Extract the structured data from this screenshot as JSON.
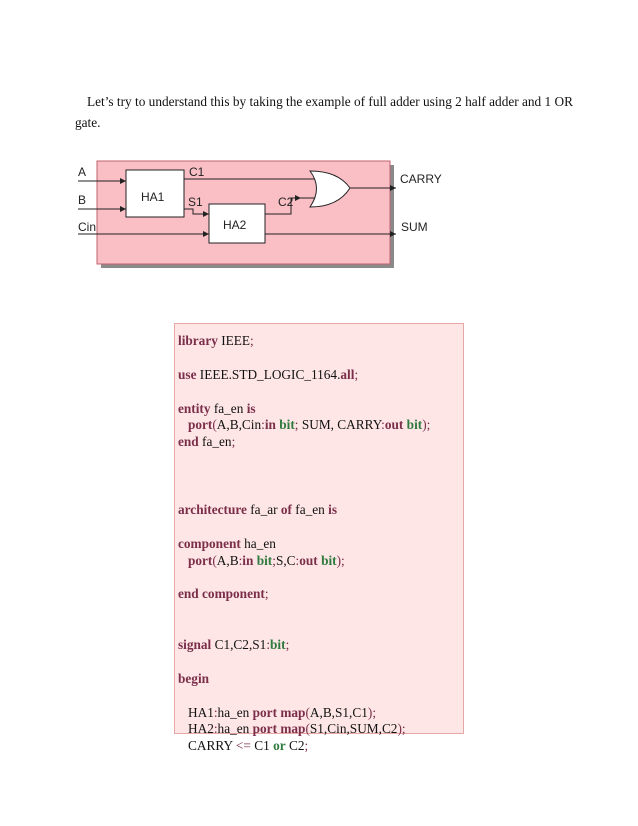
{
  "intro_text": "Let’s try to understand this by taking the example of full adder using 2 half adder and 1 OR gate.",
  "diagram": {
    "inputs": [
      "A",
      "B",
      "Cin"
    ],
    "outputs": [
      "CARRY",
      "SUM"
    ],
    "blocks": [
      "HA1",
      "HA2"
    ],
    "wires": [
      "C1",
      "S1",
      "C2"
    ],
    "colors": {
      "panel_fill": "#f9bfc5",
      "panel_border": "#c0616d",
      "shadow": "#8a8a8a",
      "block_fill": "#ffffff"
    }
  },
  "code": {
    "l1": {
      "k1": "library",
      "t1": " IEEE",
      "p1": ";"
    },
    "l2": {
      "k1": "use",
      "t1": " IEEE.STD_LOGIC_1164.",
      "k2": "all",
      "p1": ";"
    },
    "l3": {
      "k1": "entity",
      "t1": " fa_en ",
      "k2": "is"
    },
    "l4": {
      "k1": "port",
      "p1": "(",
      "t1": "A,B,Cin",
      "p2": ":",
      "k2": "in",
      "t2": " ",
      "y1": "bit",
      "p3": ";",
      "t3": " SUM, CARRY",
      "p4": ":",
      "k3": "out",
      "t4": " ",
      "y2": "bit",
      "p5": ");"
    },
    "l5": {
      "k1": "end",
      "t1": " fa_en",
      "p1": ";"
    },
    "l6": {
      "k1": "architecture",
      "t1": " fa_ar ",
      "k2": "of",
      "t2": " fa_en ",
      "k3": "is"
    },
    "l7": {
      "k1": "component",
      "t1": " ha_en"
    },
    "l8": {
      "k1": "port",
      "p1": "(",
      "t1": "A,B",
      "p2": ":",
      "k2": "in",
      "t2": " ",
      "y1": "bit",
      "p3": ";",
      "t3": "S,C",
      "p4": ":",
      "k3": "out",
      "t4": " ",
      "y2": "bit",
      "p5": ");"
    },
    "l9": {
      "k1": "end component",
      "p1": ";"
    },
    "l10": {
      "k1": "signal",
      "t1": " C1,C2,S1",
      "p1": ":",
      "y1": "bit",
      "p2": ";"
    },
    "l11": {
      "k1": "begin"
    },
    "l12": {
      "t1": "HA1",
      "p1": ":",
      "t2": "ha_en ",
      "k1": "port map",
      "p2": "(",
      "t3": "A,B,S1,C1",
      "p3": ");"
    },
    "l13": {
      "t1": "HA2",
      "p1": ":",
      "t2": "ha_en ",
      "k1": "port map",
      "p2": "(",
      "t3": "S1,Cin,SUM,C2",
      "p3": ");"
    },
    "l14": {
      "t1": "CARRY ",
      "p1": "<=",
      "t2": " C1 ",
      "y1": "or",
      "t3": " C2",
      "p2": ";"
    }
  }
}
